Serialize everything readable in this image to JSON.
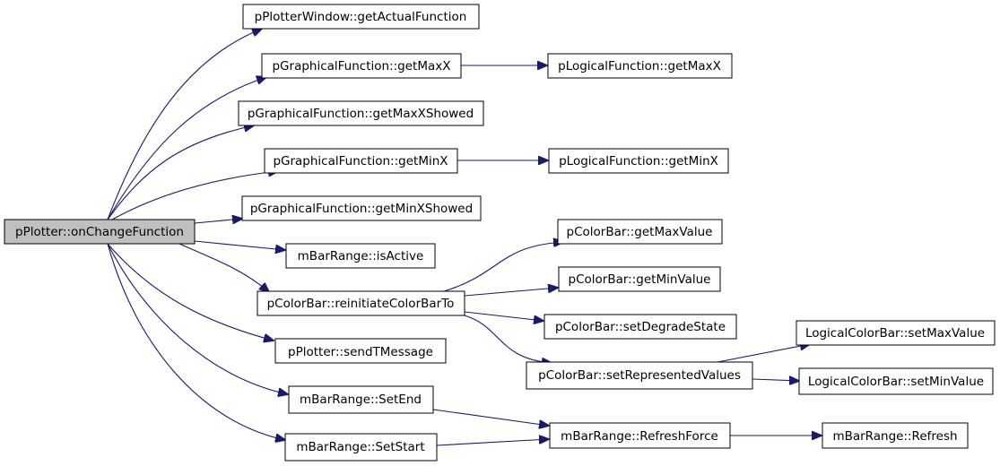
{
  "nodes": {
    "root": "pPlotter::onChangeFunction",
    "getActualFunction": "pPlotterWindow::getActualFunction",
    "gf_getMaxX": "pGraphicalFunction::getMaxX",
    "lf_getMaxX": "pLogicalFunction::getMaxX",
    "gf_getMaxXShowed": "pGraphicalFunction::getMaxXShowed",
    "gf_getMinX": "pGraphicalFunction::getMinX",
    "lf_getMinX": "pLogicalFunction::getMinX",
    "gf_getMinXShowed": "pGraphicalFunction::getMinXShowed",
    "isActive": "mBarRange::isActive",
    "reinitiateColorBarTo": "pColorBar::reinitiateColorBarTo",
    "cb_getMaxValue": "pColorBar::getMaxValue",
    "cb_getMinValue": "pColorBar::getMinValue",
    "setDegradeState": "pColorBar::setDegradeState",
    "setRepresentedValues": "pColorBar::setRepresentedValues",
    "lcb_setMaxValue": "LogicalColorBar::setMaxValue",
    "lcb_setMinValue": "LogicalColorBar::setMinValue",
    "sendTMessage": "pPlotter::sendTMessage",
    "setEnd": "mBarRange::SetEnd",
    "setStart": "mBarRange::SetStart",
    "refreshForce": "mBarRange::RefreshForce",
    "refresh": "mBarRange::Refresh"
  },
  "colors": {
    "edge": "#191970",
    "root_fill": "#bfbfbf",
    "node_fill": "#ffffff",
    "border": "#000000"
  }
}
